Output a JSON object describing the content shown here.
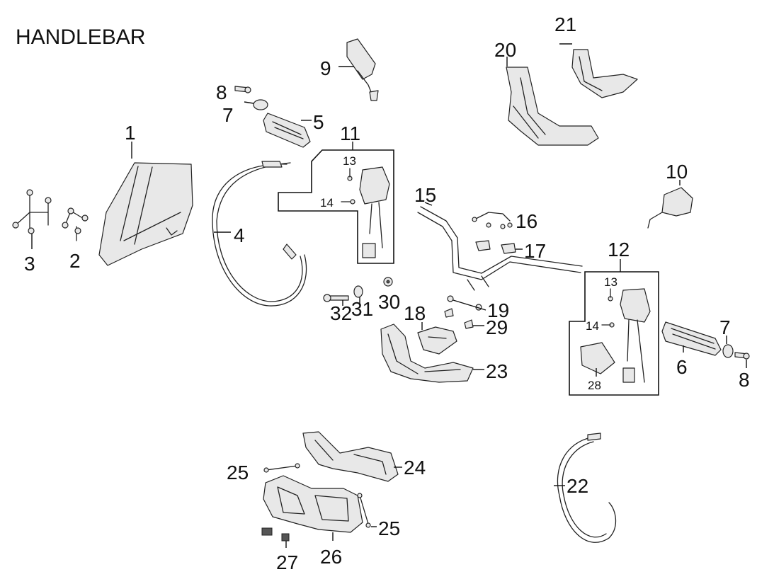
{
  "title": "HANDLEBAR",
  "labels": {
    "l1": "1",
    "l2": "2",
    "l3": "3",
    "l4": "4",
    "l5": "5",
    "l6": "6",
    "l7a": "7",
    "l7b": "7",
    "l8a": "8",
    "l8b": "8",
    "l9": "9",
    "l10": "10",
    "l11": "11",
    "l12": "12",
    "l13a": "13",
    "l13b": "13",
    "l14a": "14",
    "l14b": "14",
    "l15": "15",
    "l16": "16",
    "l17": "17",
    "l18": "18",
    "l19": "19",
    "l20": "20",
    "l21": "21",
    "l22": "22",
    "l23": "23",
    "l24": "24",
    "l25a": "25",
    "l25b": "25",
    "l26": "26",
    "l27": "27",
    "l28": "28",
    "l29": "29",
    "l30": "30",
    "l31": "31",
    "l32": "32"
  }
}
